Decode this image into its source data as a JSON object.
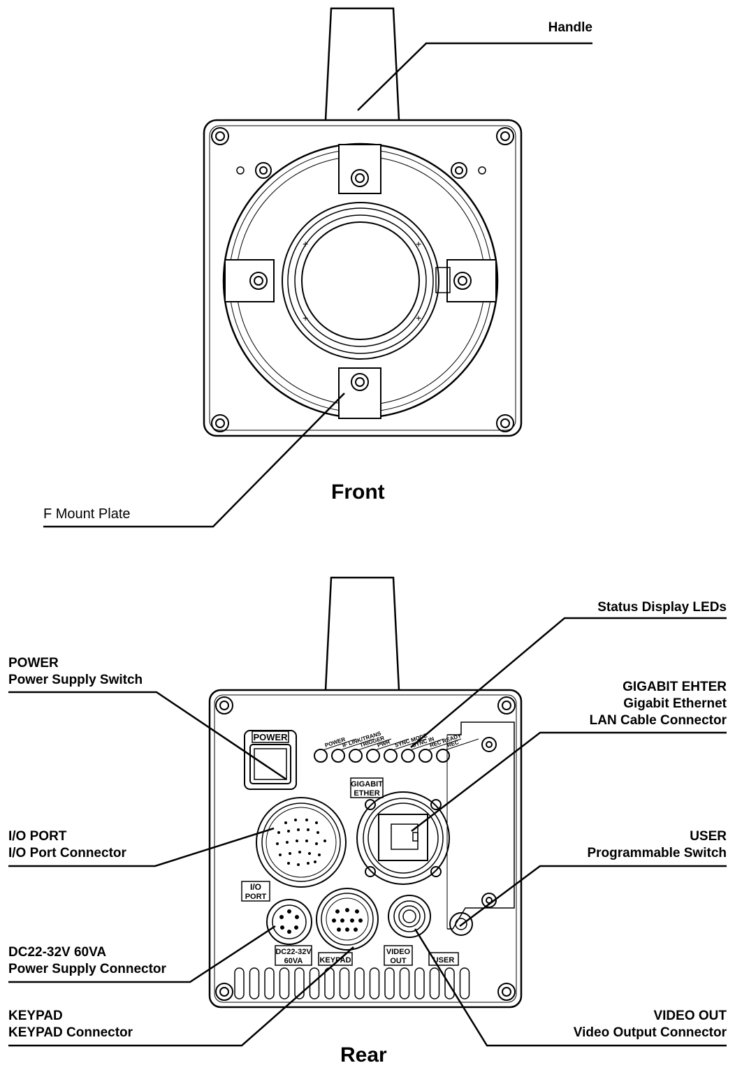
{
  "views": {
    "front": {
      "title": "Front",
      "callouts": {
        "handle": "Handle",
        "f_mount_plate": "F Mount Plate"
      }
    },
    "rear": {
      "title": "Rear",
      "panel_labels": {
        "power": "POWER",
        "gigabit_line1": "GIGABIT",
        "gigabit_line2": "ETHER",
        "io_line1": "I/O",
        "io_line2": "PORT",
        "dc_line1": "DC22-32V",
        "dc_line2": "60VA",
        "keypad": "KEYPAD",
        "video_line1": "VIDEO",
        "video_line2": "OUT",
        "user": "USER",
        "led_labels": [
          "POWER",
          "IF LINK/TRANS",
          "TRIGGER",
          "PWR",
          "SYNC MODE",
          "SYNC IN",
          "REC READY",
          "REC"
        ]
      },
      "callouts": {
        "status_leds": "Status Display LEDs",
        "power_title": "POWER",
        "power_desc": "Power Supply Switch",
        "gigabit_title": "GIGABIT EHTER",
        "gigabit_desc1": "Gigabit Ethernet",
        "gigabit_desc2": "LAN Cable Connector",
        "io_title": "I/O PORT",
        "io_desc": "I/O Port Connector",
        "user_title": "USER",
        "user_desc": "Programmable Switch",
        "dc_title": "DC22-32V 60VA",
        "dc_desc": "Power Supply Connector",
        "keypad_title": "KEYPAD",
        "keypad_desc": "KEYPAD Connector",
        "video_title": "VIDEO OUT",
        "video_desc": "Video Output Connector"
      }
    }
  }
}
